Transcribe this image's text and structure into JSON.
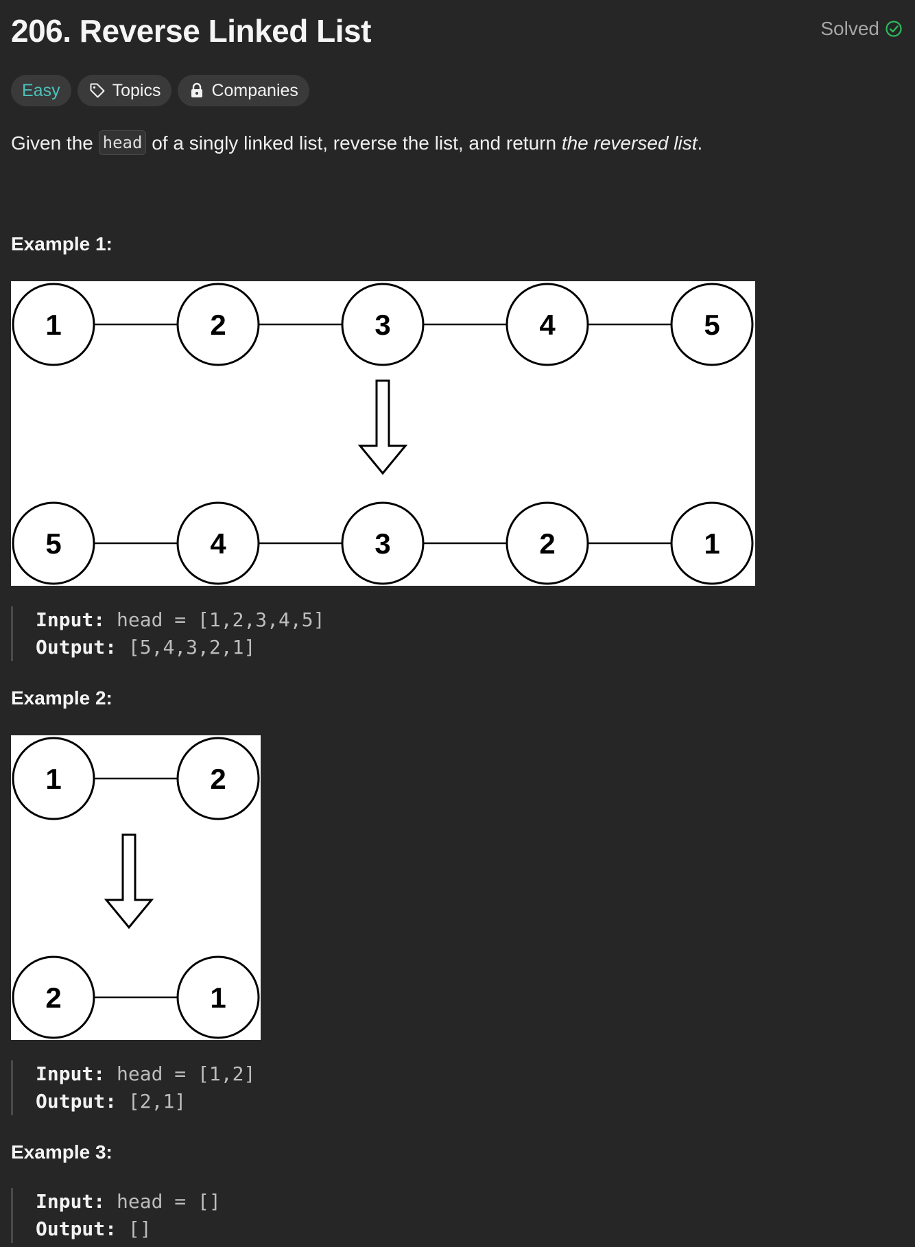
{
  "problem": {
    "title": "206. Reverse Linked List",
    "status": "Solved",
    "difficulty": "Easy",
    "topics_label": "Topics",
    "companies_label": "Companies",
    "description": {
      "part1": "Given the ",
      "code": "head",
      "part2": " of a singly linked list, reverse the list, and return ",
      "italic": "the reversed list",
      "part3": "."
    }
  },
  "colors": {
    "background": "#262626",
    "easy": "#4cc2bb",
    "solved_check": "#2cbb5d"
  },
  "icons": {
    "topics": "tag-icon",
    "companies": "lock-icon",
    "solved": "check-circle-icon"
  },
  "examples": [
    {
      "title": "Example 1:",
      "diagram": {
        "before": [
          "1",
          "2",
          "3",
          "4",
          "5"
        ],
        "after": [
          "5",
          "4",
          "3",
          "2",
          "1"
        ]
      },
      "input_label": "Input:",
      "input_value": " head = [1,2,3,4,5]",
      "output_label": "Output:",
      "output_value": " [5,4,3,2,1]"
    },
    {
      "title": "Example 2:",
      "diagram": {
        "before": [
          "1",
          "2"
        ],
        "after": [
          "2",
          "1"
        ]
      },
      "input_label": "Input:",
      "input_value": " head = [1,2]",
      "output_label": "Output:",
      "output_value": " [2,1]"
    },
    {
      "title": "Example 3:",
      "input_label": "Input:",
      "input_value": " head = []",
      "output_label": "Output:",
      "output_value": " []"
    }
  ]
}
